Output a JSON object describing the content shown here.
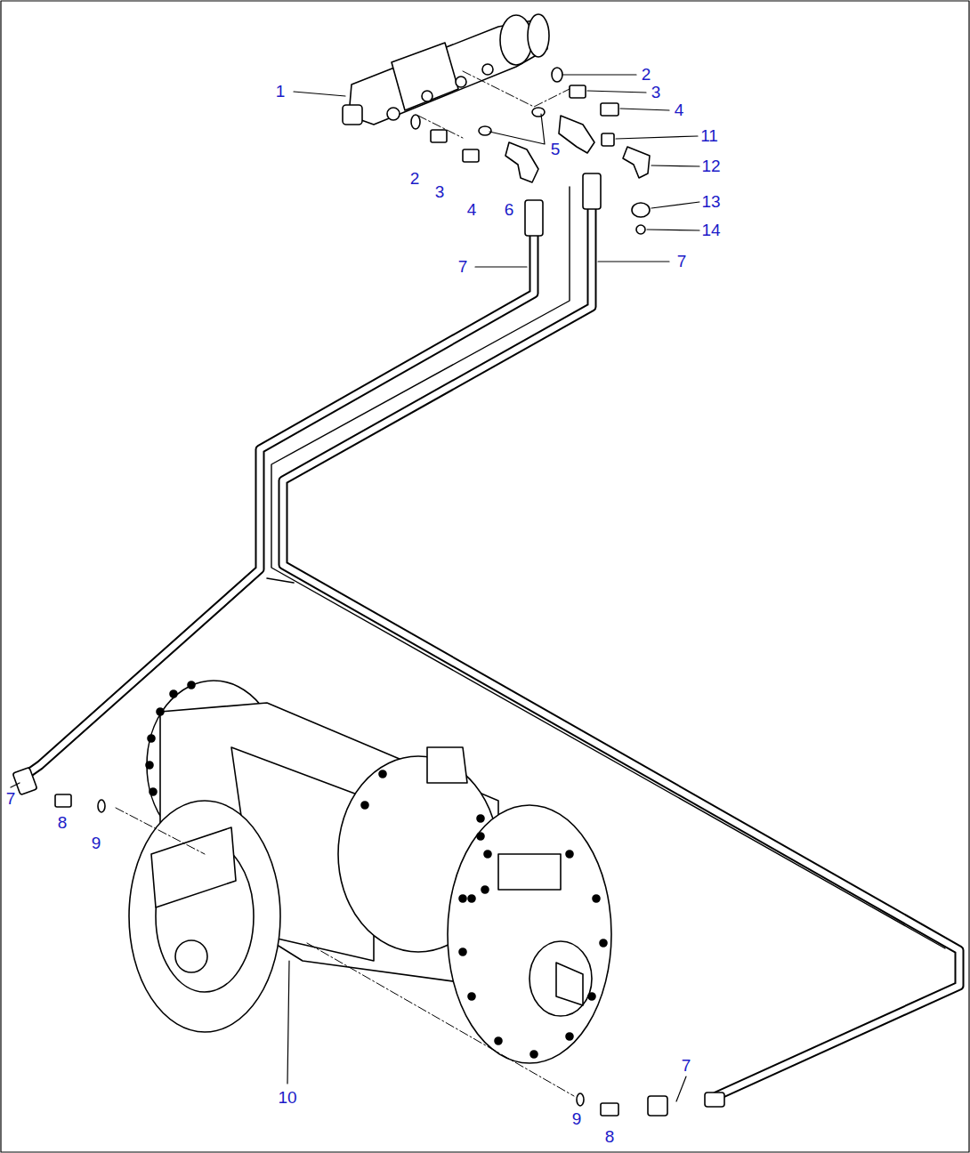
{
  "diagram": {
    "labels": [
      "1",
      "2",
      "3",
      "4",
      "5",
      "11",
      "12",
      "2",
      "3",
      "4",
      "6",
      "13",
      "14",
      "7",
      "7",
      "7",
      "8",
      "9",
      "7",
      "10",
      "9",
      "8"
    ]
  }
}
